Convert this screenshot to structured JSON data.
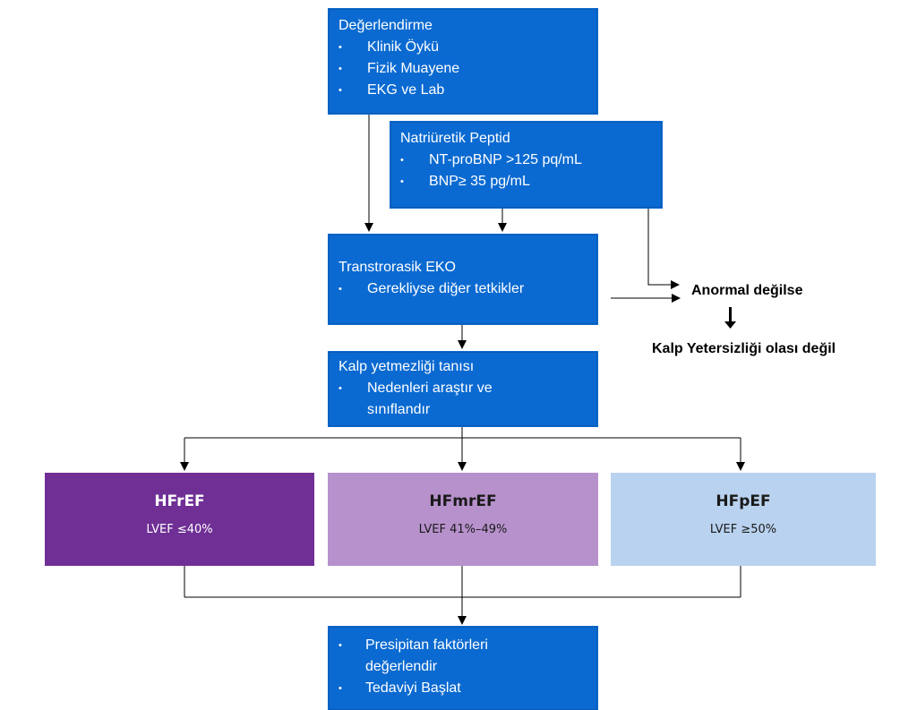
{
  "assessment": {
    "title": "Değerlendirme",
    "items": [
      "Klinik Öykü",
      "Fizik Muayene",
      "EKG ve Lab"
    ]
  },
  "natriuretic": {
    "title": "Natriüretik Peptid",
    "items": [
      "NT-proBNP >125 pq/mL",
      "BNP≥ 35 pg/mL"
    ]
  },
  "echo": {
    "title": "Transtrorasik EKO",
    "items": [
      "Gerekliyse diğer tetkikler"
    ]
  },
  "diagnosis": {
    "title": "Kalp yetmezliği tanısı",
    "items": [
      "Nedenleri araştır ve sınıflandır"
    ]
  },
  "classes": [
    {
      "name": "HFrEF",
      "range": "LVEF ≤40%",
      "color": "#6f2f95",
      "text_color": "#ffffff"
    },
    {
      "name": "HFmrEF",
      "range": "LVEF 41%–49%",
      "color": "#b791cc",
      "text_color": "#1a1a1a"
    },
    {
      "name": "HFpEF",
      "range": "LVEF ≥50%",
      "color": "#b9d2ef",
      "text_color": "#1a1a1a"
    }
  ],
  "treatment": {
    "items": [
      "Presipitan faktörleri değerlendir",
      "Tedaviyi Başlat"
    ]
  },
  "side": {
    "abnormal_text": "Anormal değilse",
    "conclusion_text": "Kalp Yetersizliği olası değil"
  },
  "colors": {
    "box_blue": "#0b6ad1"
  }
}
